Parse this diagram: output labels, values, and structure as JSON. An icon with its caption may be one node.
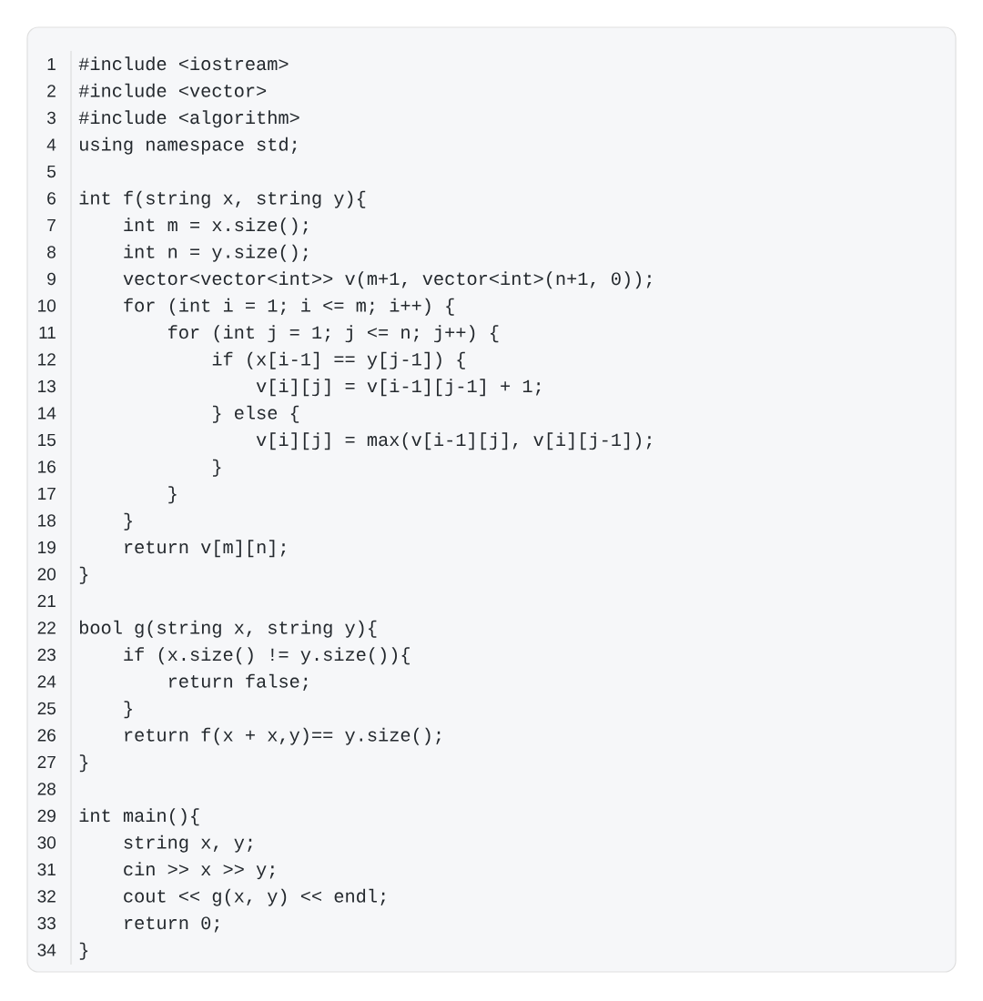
{
  "diagram": {
    "labels": [
      "1",
      "#include <iostream>",
      "2",
      "#include <vector>",
      "3",
      "#include <algorithm>",
      "4",
      "using namespace std;",
      "5",
      "6",
      "int f(string x, string y){",
      "7",
      "int m = x.size();",
      "8",
      "int n = y.size();",
      "9",
      "vector<vector<int>> v(m+1, vector<int>(n+1, 0));",
      "10",
      "for (int i = 1; i <= m; i++) {",
      "11",
      "for (int j = 1; j <= n; j++) {",
      "12",
      "if (x[i-1] == y[j-1]) {",
      "13",
      "v[i][j] = v[i-1][j-1] + 1;",
      "14",
      "} else {",
      "15",
      "v[i][j] = max(v[i-1][j], v[i][j-1]);",
      "16",
      "}",
      "17",
      "}",
      "18",
      "}",
      "19",
      "return v[m][n];",
      "20",
      "}",
      "21",
      "22",
      "bool g(string x, string y){",
      "23",
      "if (x.size() != y.size()){",
      "24",
      "return false;",
      "25",
      "}",
      "26",
      "return f(x + x,y)== y.size();",
      "27",
      "}",
      "28",
      "29",
      "int main(){",
      "30",
      "string x, y;",
      "31",
      "cin >> x >> y;",
      "32",
      "cout << g(x, y) << endl;",
      "33",
      "return 0;",
      "34",
      "}"
    ]
  }
}
